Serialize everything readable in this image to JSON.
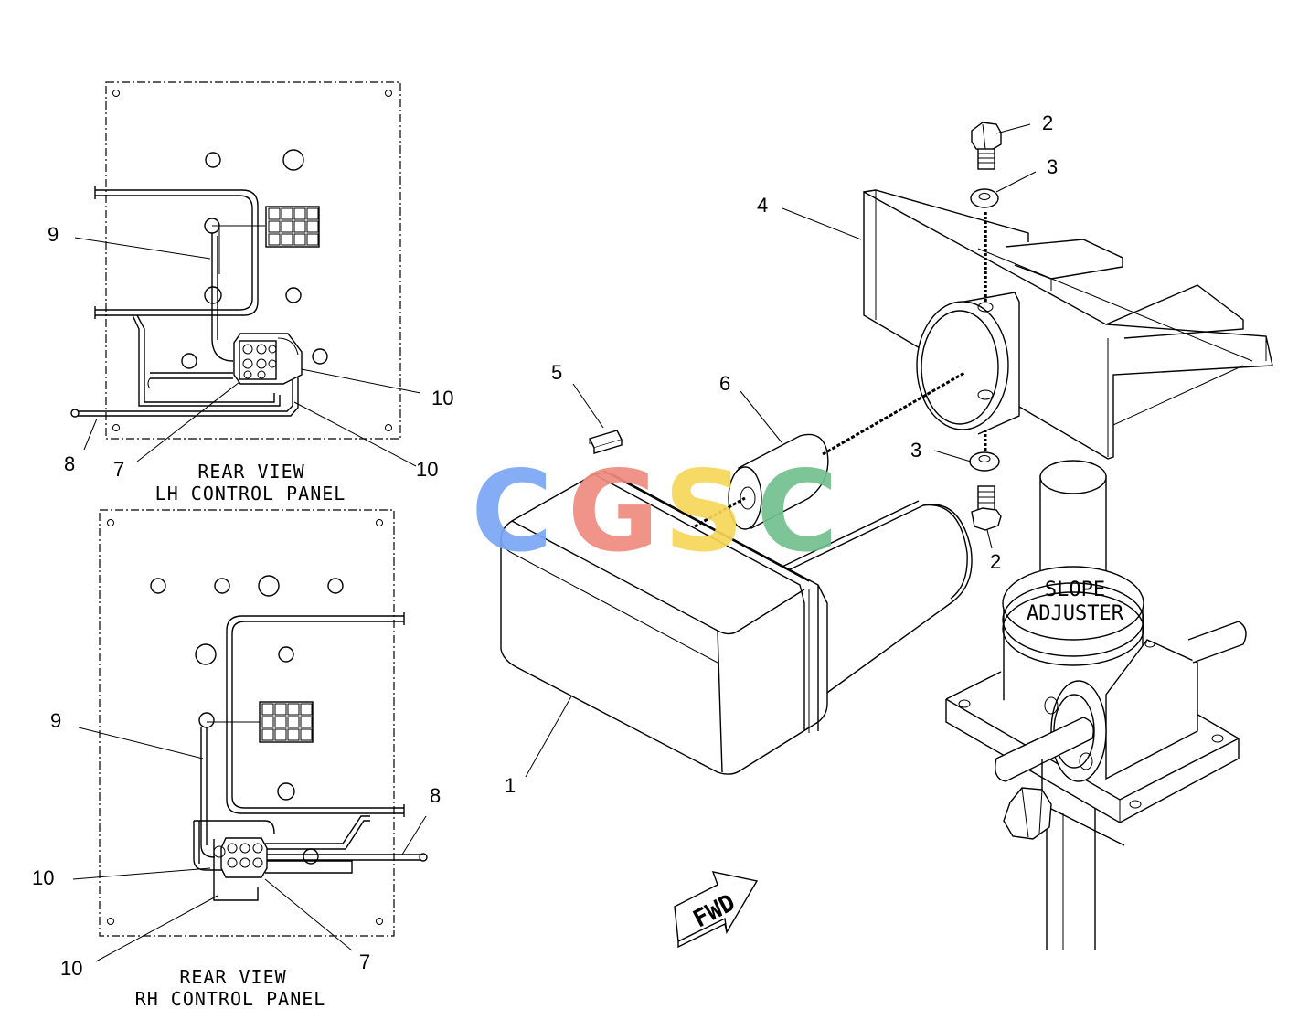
{
  "callouts": {
    "lh_9": "9",
    "lh_8": "8",
    "lh_7": "7",
    "lh_10a": "10",
    "lh_10b": "10",
    "rh_9": "9",
    "rh_8": "8",
    "rh_7": "7",
    "rh_10a": "10",
    "rh_10b": "10",
    "part_1": "1",
    "part_2a": "2",
    "part_2b": "2",
    "part_3a": "3",
    "part_3b": "3",
    "part_4": "4",
    "part_5": "5",
    "part_6": "6"
  },
  "captions": {
    "lh_line1": "REAR VIEW",
    "lh_line2": "LH CONTROL PANEL",
    "rh_line1": "REAR VIEW",
    "rh_line2": "RH CONTROL PANEL"
  },
  "adjuster_label": {
    "line1": "SLOPE",
    "line2": "ADJUSTER"
  },
  "fwd_arrow": "FWD",
  "watermark": {
    "letters": [
      "C",
      "G",
      "S",
      "C"
    ],
    "colors": [
      "#7aa7f5",
      "#ef8a80",
      "#f7d75a",
      "#73c08e"
    ]
  }
}
